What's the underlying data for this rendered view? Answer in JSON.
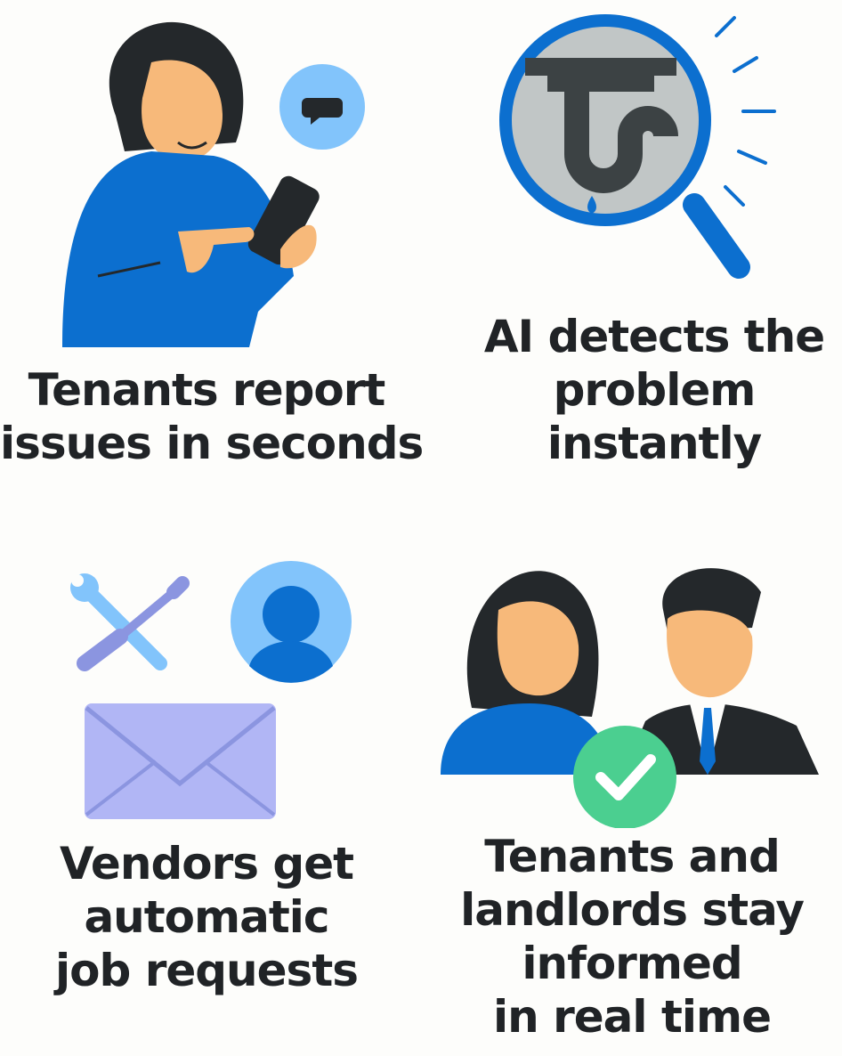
{
  "panels": [
    {
      "icon": "tenant-with-phone",
      "caption": [
        "Tenants report",
        "issues in seconds"
      ]
    },
    {
      "icon": "magnifier-leaking-pipe",
      "caption": [
        "AI detects the",
        "problem",
        "instantly"
      ]
    },
    {
      "icon": "tools-worker-envelope",
      "caption": [
        "Vendors get",
        "automatic",
        "job requests"
      ]
    },
    {
      "icon": "tenant-landlord-check",
      "caption": [
        "Tenants and",
        "landlords stay",
        "informed",
        "in real time"
      ]
    }
  ],
  "colors": {
    "blue": "#0c6fcf",
    "light_blue": "#82c4fb",
    "skin": "#f7b97a",
    "hair": "#24282b",
    "envelope": "#b1b6f5",
    "green": "#4bcf90",
    "text": "#202326"
  }
}
